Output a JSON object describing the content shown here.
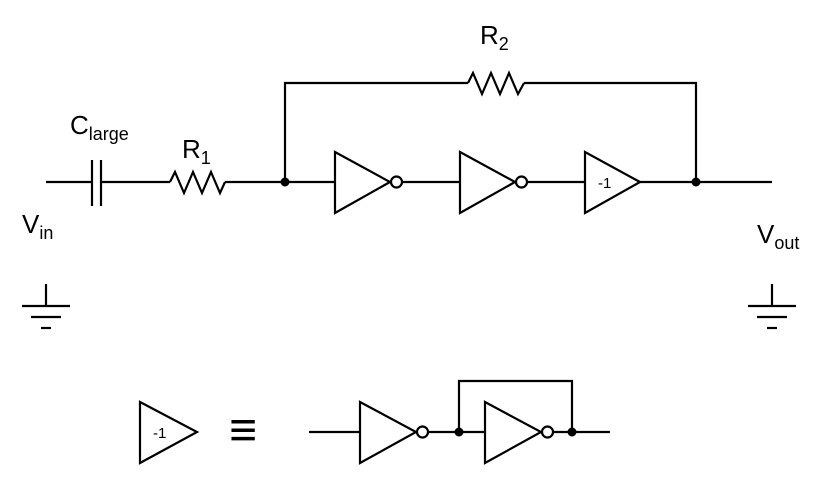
{
  "labels": {
    "c_large": {
      "main": "C",
      "sub": "large"
    },
    "r1": {
      "main": "R",
      "sub": "1"
    },
    "r2": {
      "main": "R",
      "sub": "2"
    },
    "v_in": {
      "main": "V",
      "sub": "in"
    },
    "v_out": {
      "main": "V",
      "sub": "out"
    },
    "gain_stage": "-1",
    "legend_gain_stage": "-1",
    "equivalence_symbol": "≡"
  }
}
